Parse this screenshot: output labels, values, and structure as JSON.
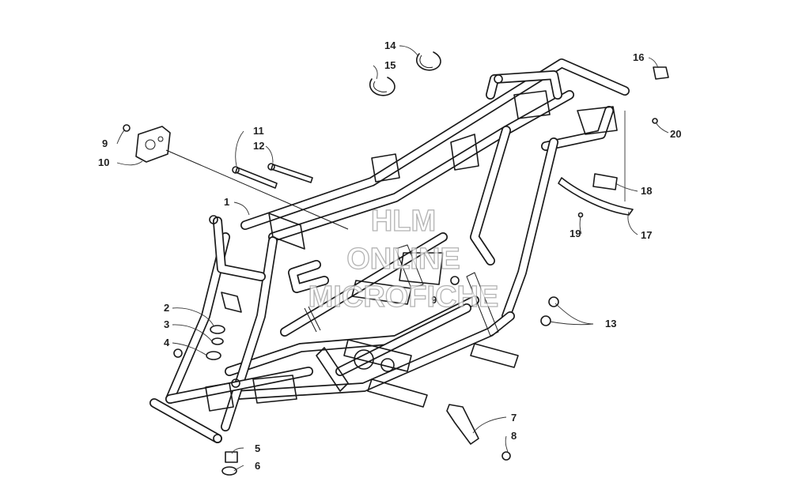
{
  "diagram": {
    "callouts": [
      "1",
      "2",
      "3",
      "4",
      "5",
      "6",
      "7",
      "8",
      "9",
      "10",
      "11",
      "12",
      "13",
      "14",
      "15",
      "16",
      "17",
      "18",
      "19",
      "20",
      "9"
    ],
    "watermark": {
      "line1": "HLM",
      "line2": "ONLINE",
      "line3": "MICROFICHE"
    }
  }
}
